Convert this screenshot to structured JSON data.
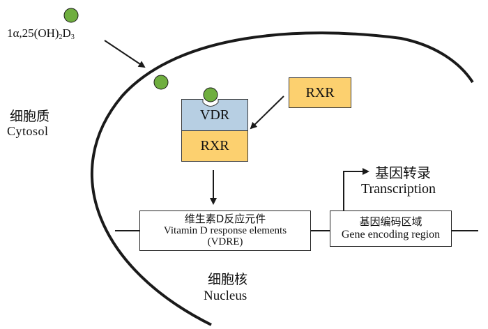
{
  "ligand": {
    "base": "1α,25(OH)",
    "sub1": "2",
    "mid": "D",
    "sub2": "3"
  },
  "cytosol": {
    "label_zh": "细胞质",
    "label_en": "Cytosol"
  },
  "nucleus": {
    "label_zh": "细胞核",
    "label_en": "Nucleus"
  },
  "receptor_complex": {
    "vdr": "VDR",
    "rxr": "RXR"
  },
  "free_rxr": "RXR",
  "vdre_box": {
    "line1": "维生素D反应元件",
    "line2": "Vitamin D response elements",
    "line3": "(VDRE)"
  },
  "gene_box": {
    "line1": "基因编码区域",
    "line2": "Gene encoding region"
  },
  "transcription": {
    "label_zh": "基因转录",
    "label_en": "Transcription"
  },
  "colors": {
    "ligand_fill": "#6fae3f",
    "vdr_fill": "#b7cfe3",
    "rxr_fill": "#fcd06f",
    "line": "#1a1a1a"
  }
}
